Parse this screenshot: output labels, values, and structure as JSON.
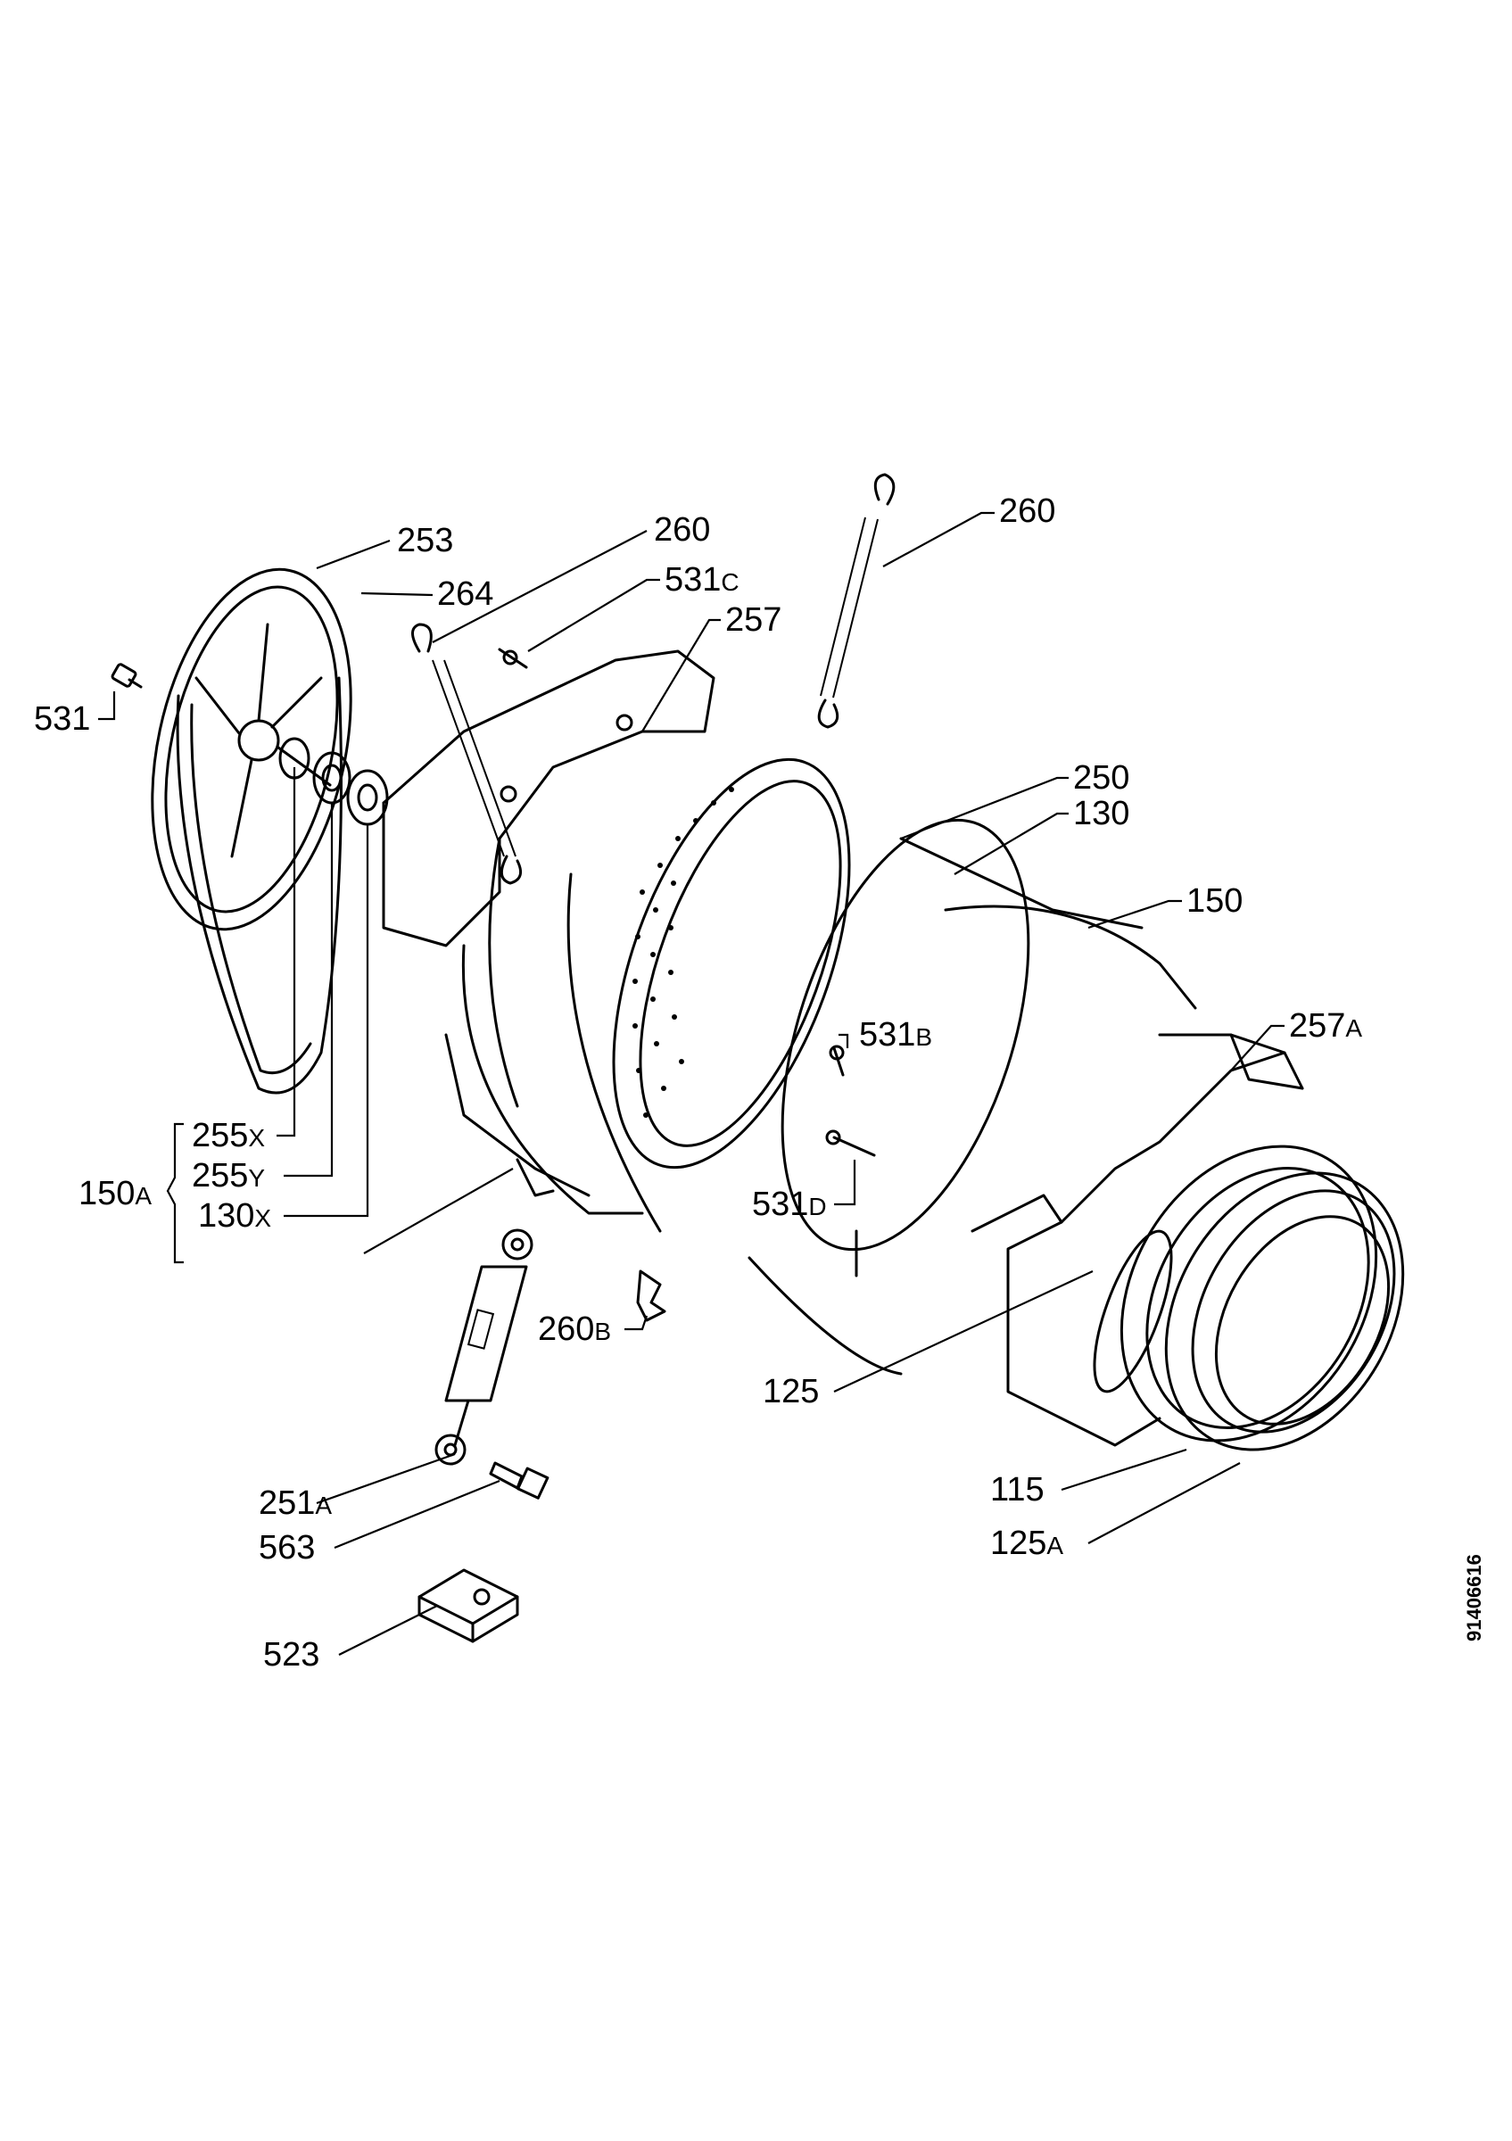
{
  "parts": [
    {
      "id": "p253",
      "num": "253",
      "suffix": ""
    },
    {
      "id": "p264",
      "num": "264",
      "suffix": ""
    },
    {
      "id": "p260a",
      "num": "260",
      "suffix": ""
    },
    {
      "id": "p531c",
      "num": "531",
      "suffix": "C"
    },
    {
      "id": "p257",
      "num": "257",
      "suffix": ""
    },
    {
      "id": "p260b",
      "num": "260",
      "suffix": ""
    },
    {
      "id": "p531",
      "num": "531",
      "suffix": ""
    },
    {
      "id": "p250",
      "num": "250",
      "suffix": ""
    },
    {
      "id": "p130",
      "num": "130",
      "suffix": ""
    },
    {
      "id": "p150",
      "num": "150",
      "suffix": ""
    },
    {
      "id": "p531b",
      "num": "531",
      "suffix": "B"
    },
    {
      "id": "p257a",
      "num": "257",
      "suffix": "A"
    },
    {
      "id": "p255x",
      "num": "255",
      "suffix": "X"
    },
    {
      "id": "p255y",
      "num": "255",
      "suffix": "Y"
    },
    {
      "id": "p150a",
      "num": "150",
      "suffix": "A"
    },
    {
      "id": "p130x",
      "num": "130",
      "suffix": "X"
    },
    {
      "id": "p531d",
      "num": "531",
      "suffix": "D"
    },
    {
      "id": "p260bb",
      "num": "260",
      "suffix": "B"
    },
    {
      "id": "p125",
      "num": "125",
      "suffix": ""
    },
    {
      "id": "p251a",
      "num": "251",
      "suffix": "A"
    },
    {
      "id": "p563",
      "num": "563",
      "suffix": ""
    },
    {
      "id": "p115",
      "num": "115",
      "suffix": ""
    },
    {
      "id": "p125a",
      "num": "125",
      "suffix": "A"
    },
    {
      "id": "p523",
      "num": "523",
      "suffix": ""
    }
  ],
  "document_number": "91406616"
}
